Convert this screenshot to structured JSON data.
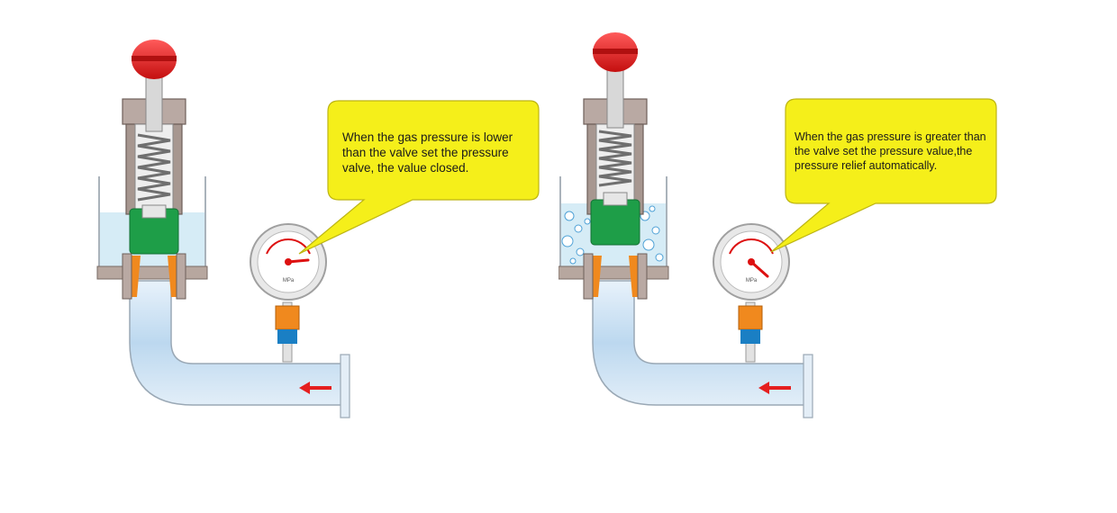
{
  "colors": {
    "cap": "#e02020",
    "spring_body": "#c9c9c9",
    "valve_seat": "#1e9e48",
    "nozzle": "#f0891e",
    "pipe": "#cfe3f3",
    "bubble": "#f5ef1a",
    "arrow": "#e51f1f",
    "water": "#d6ecf6"
  },
  "left": {
    "state": "closed",
    "callout": "When the gas pressure is lower than the valve set the pressure valve, the value closed.",
    "gauge_unit": "MPa",
    "flow_arrow": "arrow-left-icon"
  },
  "right": {
    "state": "open",
    "callout": "When the gas pressure is greater than the valve set the pressure value,the pressure relief  automatically.",
    "gauge_unit": "MPa",
    "flow_arrow": "arrow-left-icon"
  }
}
